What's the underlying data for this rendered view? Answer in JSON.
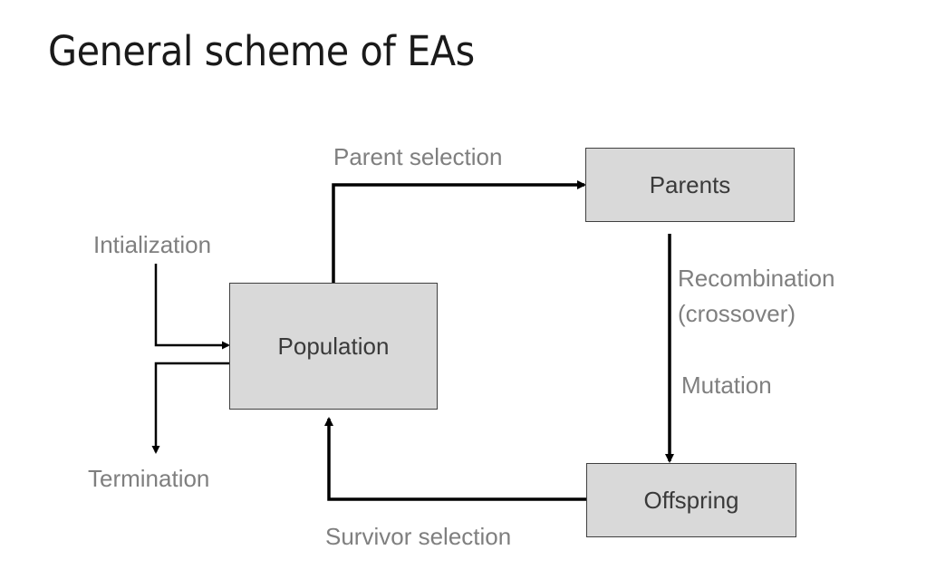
{
  "title": "General scheme of EAs",
  "nodes": {
    "population": "Population",
    "parents": "Parents",
    "offspring": "Offspring"
  },
  "labels": {
    "initialization": "Intialization",
    "termination": "Termination",
    "parent_selection": "Parent selection",
    "recombination_line1": "Recombination",
    "recombination_line2": "(crossover)",
    "mutation": "Mutation",
    "survivor_selection": "Survivor selection"
  },
  "colors": {
    "box_fill": "#d9d9d9",
    "box_border": "#404040",
    "label_text": "#7f7f7f",
    "arrow": "#000000"
  }
}
